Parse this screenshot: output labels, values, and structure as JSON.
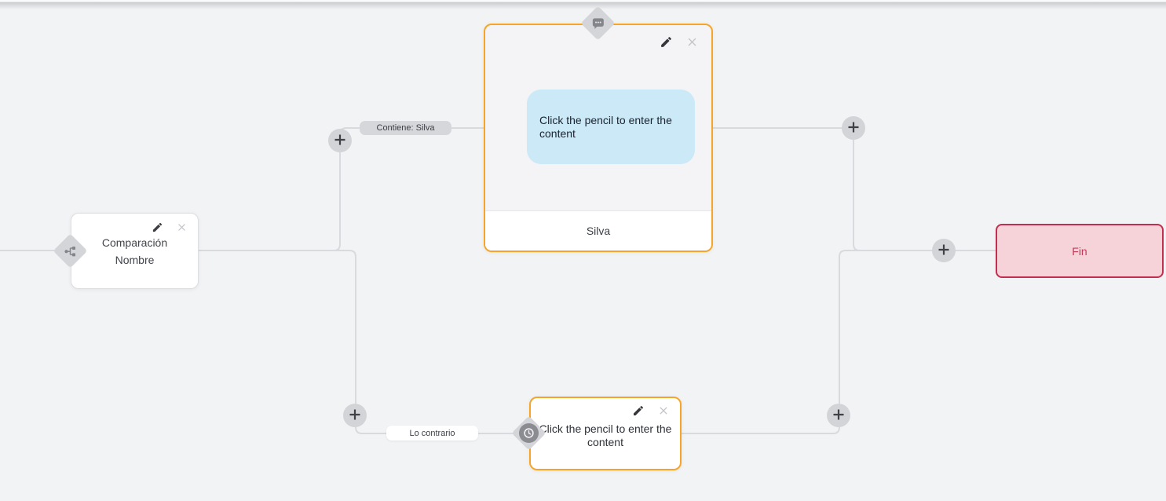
{
  "canvas": {
    "background_color": "#f2f3f4",
    "connector_color": "#d9dade"
  },
  "edge_labels": {
    "true_branch": "Contiene: Silva",
    "false_branch": "Lo contrario"
  },
  "nodes": {
    "condition": {
      "title_line1": "Comparación",
      "title_line2": "Nombre",
      "icon": "branch-icon"
    },
    "message": {
      "content_placeholder": "Click the pencil to enter the content",
      "footer_label": "Silva",
      "icon": "chat-icon",
      "accent_color": "#f7a528",
      "bubble_color": "#cbe9f6"
    },
    "delay": {
      "content_placeholder": "Click the pencil to enter the content",
      "icon": "clock-icon",
      "accent_color": "#f7a528"
    },
    "end": {
      "label": "Fin",
      "fill_color": "#f5d3d9",
      "border_color": "#c32d50",
      "text_color": "#c23a58"
    }
  },
  "icons": {
    "edit": "pencil-icon",
    "delete": "close-icon",
    "add": "plus-icon"
  }
}
